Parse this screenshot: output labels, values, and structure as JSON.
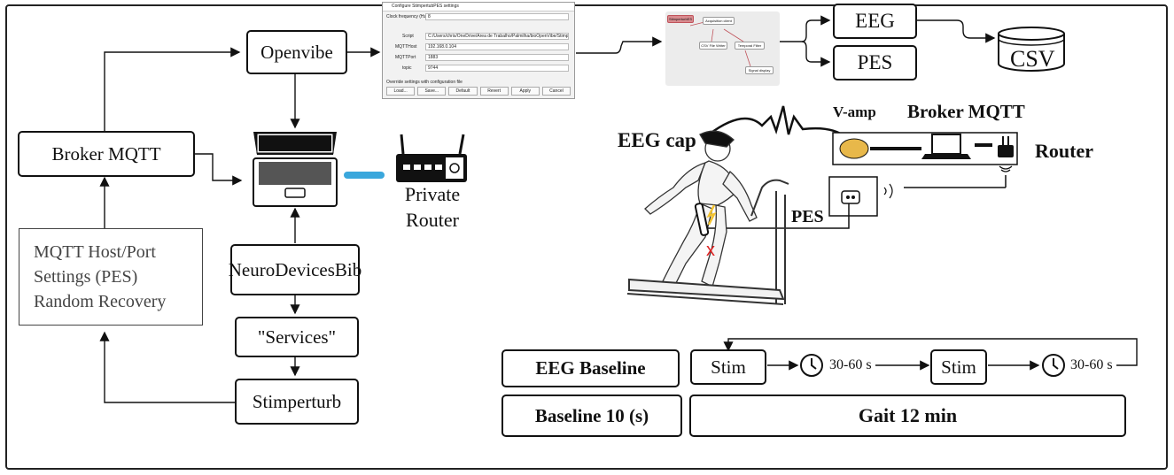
{
  "openvibe": "Openvibe",
  "broker_left": "Broker MQTT",
  "settings_lines": [
    "MQTT Host/Port",
    "Settings (PES)",
    "Random Recovery"
  ],
  "neurodevices": "NeuroDevicesBib",
  "services": "\"Services\"",
  "stimperturb": "Stimperturb",
  "private_router": [
    "Private",
    "Router"
  ],
  "eeg_out": "EEG",
  "pes_out": "PES",
  "csv": "CSV",
  "dialog": {
    "title": "Configure StimpertubPES settings",
    "rows": [
      {
        "label": "Clock frequency (Hz)",
        "value": "8"
      },
      {
        "label": "Script",
        "value": "C:/Users/chris/OneDrive/Área de Trabalho/Palmilha/bioOpenVibe/Stimp"
      },
      {
        "label": "MQTTHost",
        "value": "192.168.0.104"
      },
      {
        "label": "MQTTPort",
        "value": "1883"
      },
      {
        "label": "topic",
        "value": "9744"
      }
    ],
    "override": "Override settings with configuration file",
    "buttons": [
      "Load...",
      "Save...",
      "Default",
      "Revert",
      "Apply",
      "Cancel"
    ]
  },
  "scenario_nodes": [
    "StimperturbES",
    "Acquisition client",
    "CSV File Writer",
    "Temporal Filter",
    "Signal display"
  ],
  "scene": {
    "eeg_cap": "EEG cap",
    "v_amp": "V-amp",
    "broker": "Broker MQTT",
    "router": "Router",
    "pes": "PES",
    "x_mark": "x"
  },
  "timeline": {
    "eeg_baseline": "EEG Baseline",
    "baseline_10": "Baseline 10 (s)",
    "stim": "Stim",
    "interval": "30-60 s",
    "gait": "Gait 12 min"
  },
  "colors": {
    "cable": "#3aa7dc",
    "stim_mark": "#e02020",
    "bolt": "#f4c430",
    "scenario_accent": "#c0535b"
  }
}
